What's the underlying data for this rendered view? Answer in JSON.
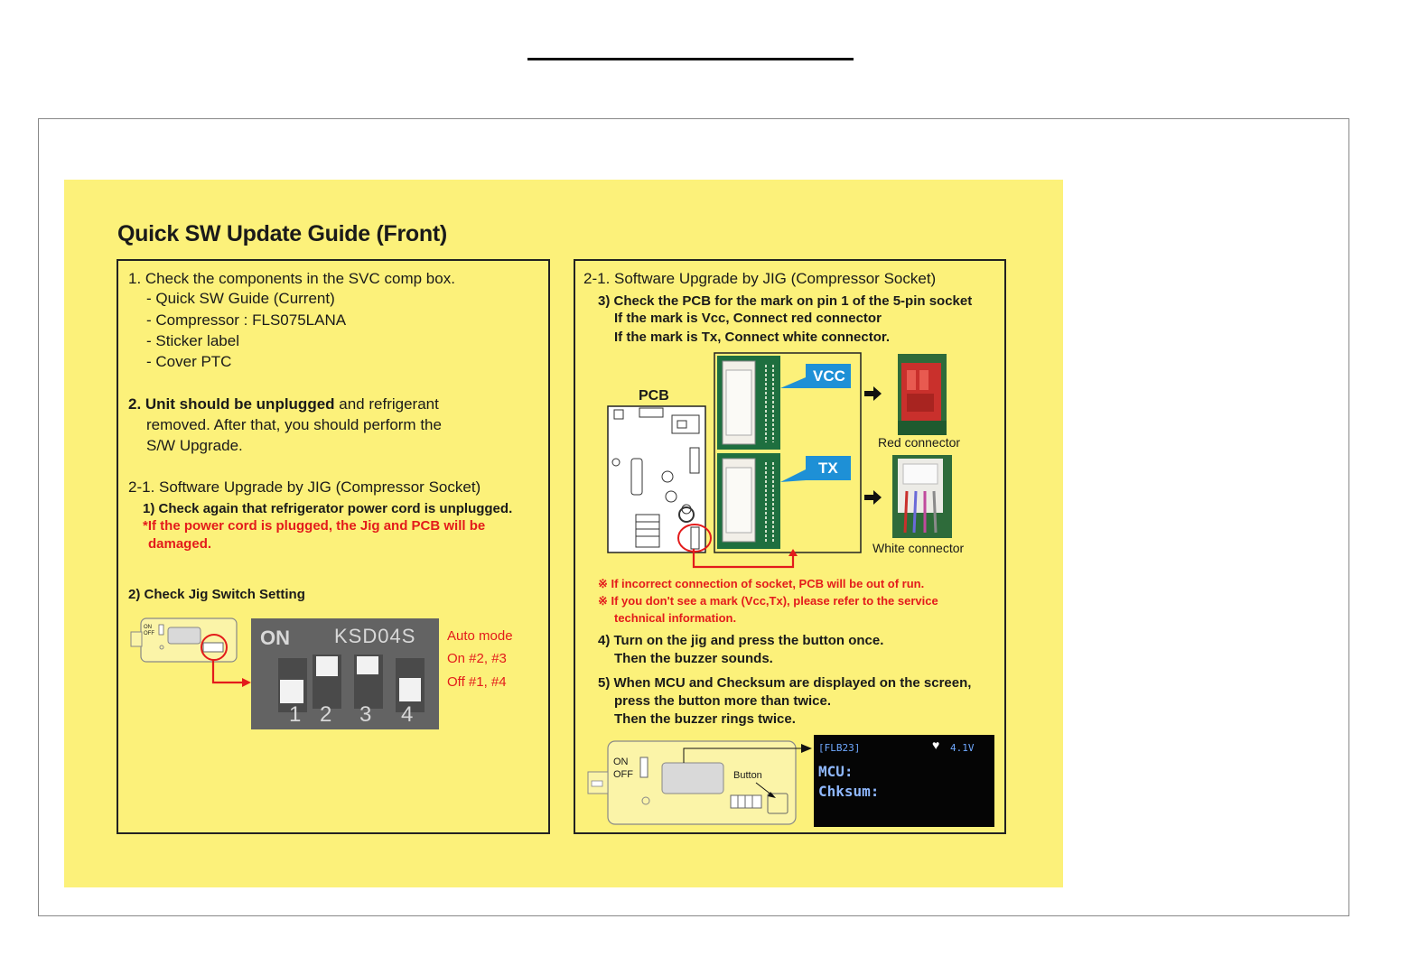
{
  "page": {
    "guide_title": "Quick SW Update Guide (Front)"
  },
  "left_panel": {
    "step1_title": "1. Check the components in the SVC comp box.",
    "step1_items": [
      "- Quick SW Guide (Current)",
      "- Compressor : FLS075LANA",
      "- Sticker label",
      "- Cover PTC"
    ],
    "step2_bold": "2. Unit should be unplugged",
    "step2_rest": " and refrigerant",
    "step2_line2": "removed. After that, you should perform the",
    "step2_line3": "S/W Upgrade.",
    "step21_title": "2-1. Software Upgrade by JIG (Compressor Socket)",
    "substep1": "1) Check again that refrigerator power cord is unplugged.",
    "warning_line1": "*If the power cord is plugged, the Jig and PCB will be",
    "warning_line2": "damaged.",
    "substep2": "2) Check Jig Switch Setting",
    "dip_on": "ON",
    "dip_model": "KSD04S",
    "dip_numbers": [
      "1",
      "2",
      "3",
      "4"
    ],
    "mini_jig_on": "ON",
    "mini_jig_off": "OFF",
    "mode_title": "Auto mode",
    "mode_on": "On #2, #3",
    "mode_off": "Off #1, #4"
  },
  "right_panel": {
    "title": "2-1. Software Upgrade by JIG (Compressor Socket)",
    "substep3_line1": "3) Check the PCB for the mark on pin 1 of the 5-pin socket",
    "substep3_line2": "If the mark is Vcc, Connect red connector",
    "substep3_line3": "If the mark is Tx, Connect  white connector.",
    "pcb_label": "PCB",
    "vcc_label": "VCC",
    "tx_label": "TX",
    "red_connector": "Red connector",
    "white_connector": "White connector",
    "note1": "※ If incorrect connection of socket, PCB will be out of run.",
    "note2_line1": "※ If you don't see a mark (Vcc,Tx), please refer to the service",
    "note2_line2": "technical information.",
    "substep4_line1": "4) Turn on the jig and press the button once.",
    "substep4_line2": "Then the buzzer sounds.",
    "substep5_line1": "5) When MCU and Checksum are displayed on the screen,",
    "substep5_line2": "press the button more than twice.",
    "substep5_line3": "Then the buzzer rings twice.",
    "jig_on": "ON",
    "jig_off": "OFF",
    "button_label": "Button",
    "screen_model": "[FLB23]",
    "screen_voltage": "4.1V",
    "screen_mcu": "MCU:",
    "screen_chksum": "Chksum:"
  },
  "colors": {
    "guide_background": "#fcf17a",
    "warning_red": "#e31b1b",
    "label_blue": "#1e90d6"
  }
}
